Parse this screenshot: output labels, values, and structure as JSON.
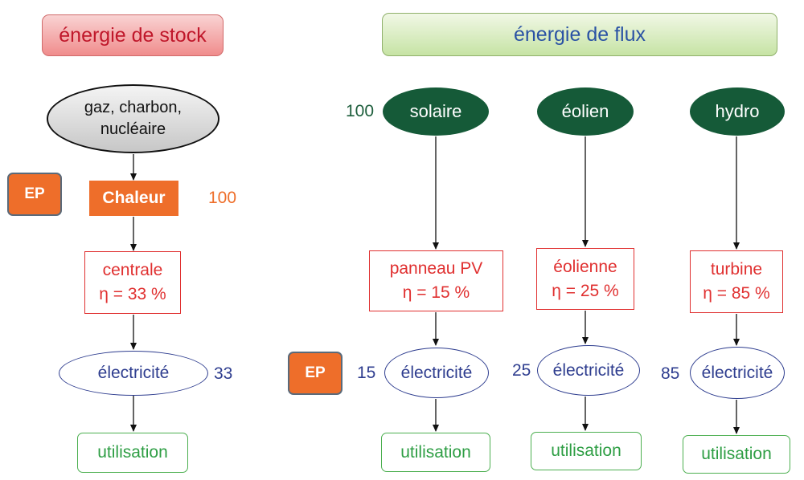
{
  "headers": {
    "stock": "énergie de stock",
    "flux": "énergie de flux"
  },
  "stock": {
    "source_line1": "gaz, charbon,",
    "source_line2": "nucléaire",
    "ep_label": "EP",
    "heat_label": "Chaleur",
    "heat_value": "100",
    "converter_name": "centrale",
    "converter_eff": "η = 33 %",
    "electricity": "électricité",
    "electricity_value": "33",
    "usage": "utilisation"
  },
  "flux": {
    "ep_label": "EP",
    "solar_input_value": "100",
    "sources": [
      {
        "name": "solaire",
        "converter_name": "panneau PV",
        "converter_eff": "η = 15 %",
        "electricity": "électricité",
        "electricity_value": "15",
        "usage": "utilisation"
      },
      {
        "name": "éolien",
        "converter_name": "éolienne",
        "converter_eff": "η = 25 %",
        "electricity": "électricité",
        "electricity_value": "25",
        "usage": "utilisation"
      },
      {
        "name": "hydro",
        "converter_name": "turbine",
        "converter_eff": "η = 85 %",
        "electricity": "électricité",
        "electricity_value": "85",
        "usage": "utilisation"
      }
    ]
  },
  "colors": {
    "stock_header_text": "#c0182b",
    "flux_header_text": "#2a52a4",
    "ep_fill": "#ee6e2a",
    "source_green": "#155a38",
    "converter_red": "#e03030",
    "electricity_blue": "#2e3d8f",
    "usage_green": "#2e9e44"
  }
}
